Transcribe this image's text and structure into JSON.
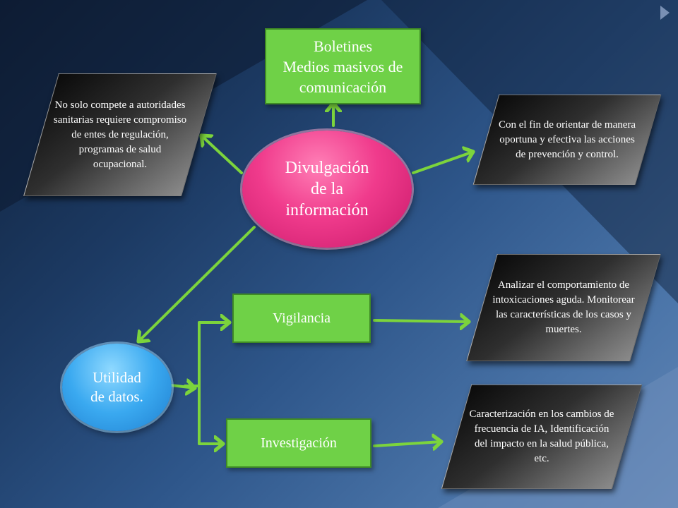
{
  "nodes": {
    "boletines": "Boletines\nMedios masivos de\ncomunicación",
    "divulgacion": "Divulgación\nde la\ninformación",
    "utilidad": "Utilidad\nde datos.",
    "vigilancia": "Vigilancia",
    "investigacion": "Investigación",
    "compete": "No solo compete a autoridades sanitarias requiere compromiso de entes de regulación, programas de salud ocupacional.",
    "orientar": "Con el fin de orientar de manera oportuna y efectiva las acciones de prevención y control.",
    "analizar": "Analizar el comportamiento de intoxicaciones aguda. Monitorear las características de los casos y muertes.",
    "caracterizacion": "Caracterización en los cambios de frecuencia  de IA, Identificación del impacto en la salud pública, etc."
  },
  "colors": {
    "green_box": "#6fd147",
    "pink_oval": "#f03b8c",
    "blue_oval": "#3aa9f0",
    "arrow": "#7cd43c"
  }
}
